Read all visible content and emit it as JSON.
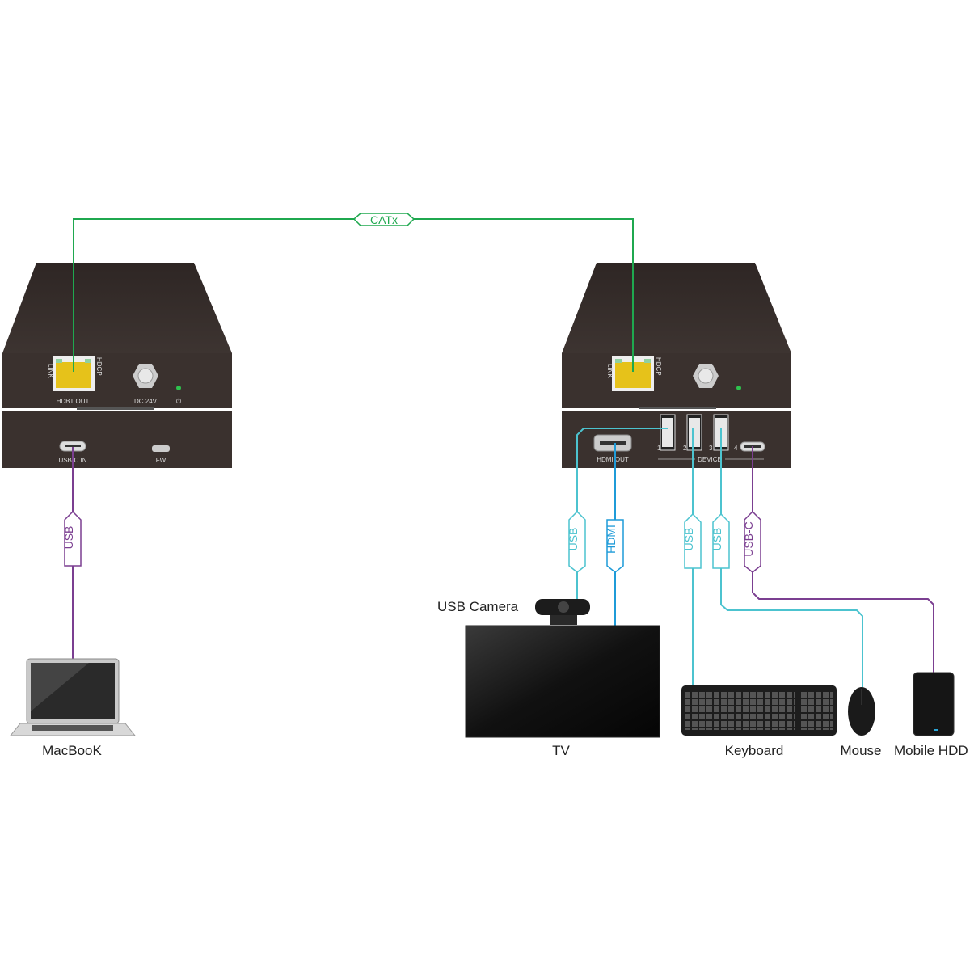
{
  "cable_labels": {
    "catx": "CATx",
    "usb_left": "USB",
    "usb_camera": "USB",
    "hdmi": "HDMI",
    "usb_keyboard": "USB",
    "usb_mouse": "USB",
    "usb_c_hdd": "USB-C"
  },
  "transmitter": {
    "hdbt_out": "HDBT OUT",
    "dc": "DC 24V",
    "usb_c_in": "USB-C IN",
    "fw": "FW",
    "link": "LINK",
    "hdcp": "HDCP"
  },
  "receiver": {
    "hdmi_out": "HDMI OUT",
    "device": "DEVICE",
    "ports": [
      "1",
      "2",
      "3",
      "4"
    ],
    "link": "LINK",
    "hdcp": "HDCP"
  },
  "devices": {
    "macbook": "MacBooK",
    "usb_camera": "USB Camera",
    "tv": "TV",
    "keyboard": "Keyboard",
    "mouse": "Mouse",
    "hdd": "Mobile HDD"
  },
  "colors": {
    "catx": "#1fa84f",
    "usb": "#7b3f91",
    "teal": "#4cc3cf",
    "hdmi": "#1f9bd8",
    "device_body": "#3a312e"
  }
}
